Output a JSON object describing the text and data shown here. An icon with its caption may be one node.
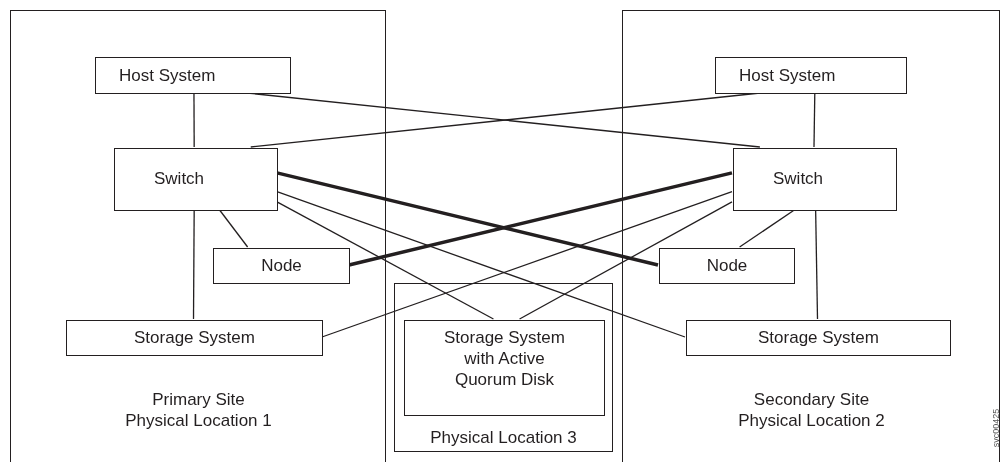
{
  "diagram": {
    "nodes": [
      {
        "text": [
          "Primary Site Physical Location 1"
        ]
      },
      {
        "text": [
          "Host System"
        ],
        "in": 0
      },
      {
        "text": [
          "Switch"
        ],
        "in": 0
      },
      {
        "text": [
          "Node"
        ],
        "in": 0
      },
      {
        "text": [
          "Storage System"
        ],
        "in": 0
      },
      {
        "text": [
          "Physical Location 3"
        ]
      },
      {
        "text": [
          "Storage System with Active Quorum Disk"
        ],
        "in": 5
      },
      {
        "text": [
          "Secondary Site Physical Location 2"
        ]
      },
      {
        "text": [
          "Host System"
        ],
        "in": 7
      },
      {
        "text": [
          "Switch"
        ],
        "in": 7
      },
      {
        "text": [
          "Node"
        ],
        "in": 7
      },
      {
        "text": [
          "Storage System"
        ],
        "in": 7
      }
    ],
    "edges": [
      {
        "from": 1,
        "to": 2,
        "arrow": "none"
      },
      {
        "from": 1,
        "to": 9,
        "arrow": "none"
      },
      {
        "from": 8,
        "to": 2,
        "arrow": "none"
      },
      {
        "from": 8,
        "to": 9,
        "arrow": "none"
      },
      {
        "from": 2,
        "to": 3,
        "arrow": "none"
      },
      {
        "from": 2,
        "to": 4,
        "arrow": "none"
      },
      {
        "from": 2,
        "to": 10,
        "arrow": "none",
        "style": "thick"
      },
      {
        "from": 2,
        "to": 11,
        "arrow": "none"
      },
      {
        "from": 2,
        "to": 6,
        "arrow": "none"
      },
      {
        "from": 9,
        "to": 3,
        "arrow": "none",
        "style": "thick"
      },
      {
        "from": 9,
        "to": 4,
        "arrow": "none"
      },
      {
        "from": 9,
        "to": 6,
        "arrow": "none"
      },
      {
        "from": 9,
        "to": 10,
        "arrow": "none"
      },
      {
        "from": 9,
        "to": 11,
        "arrow": "none"
      }
    ],
    "labels": [
      "svc00425"
    ]
  }
}
